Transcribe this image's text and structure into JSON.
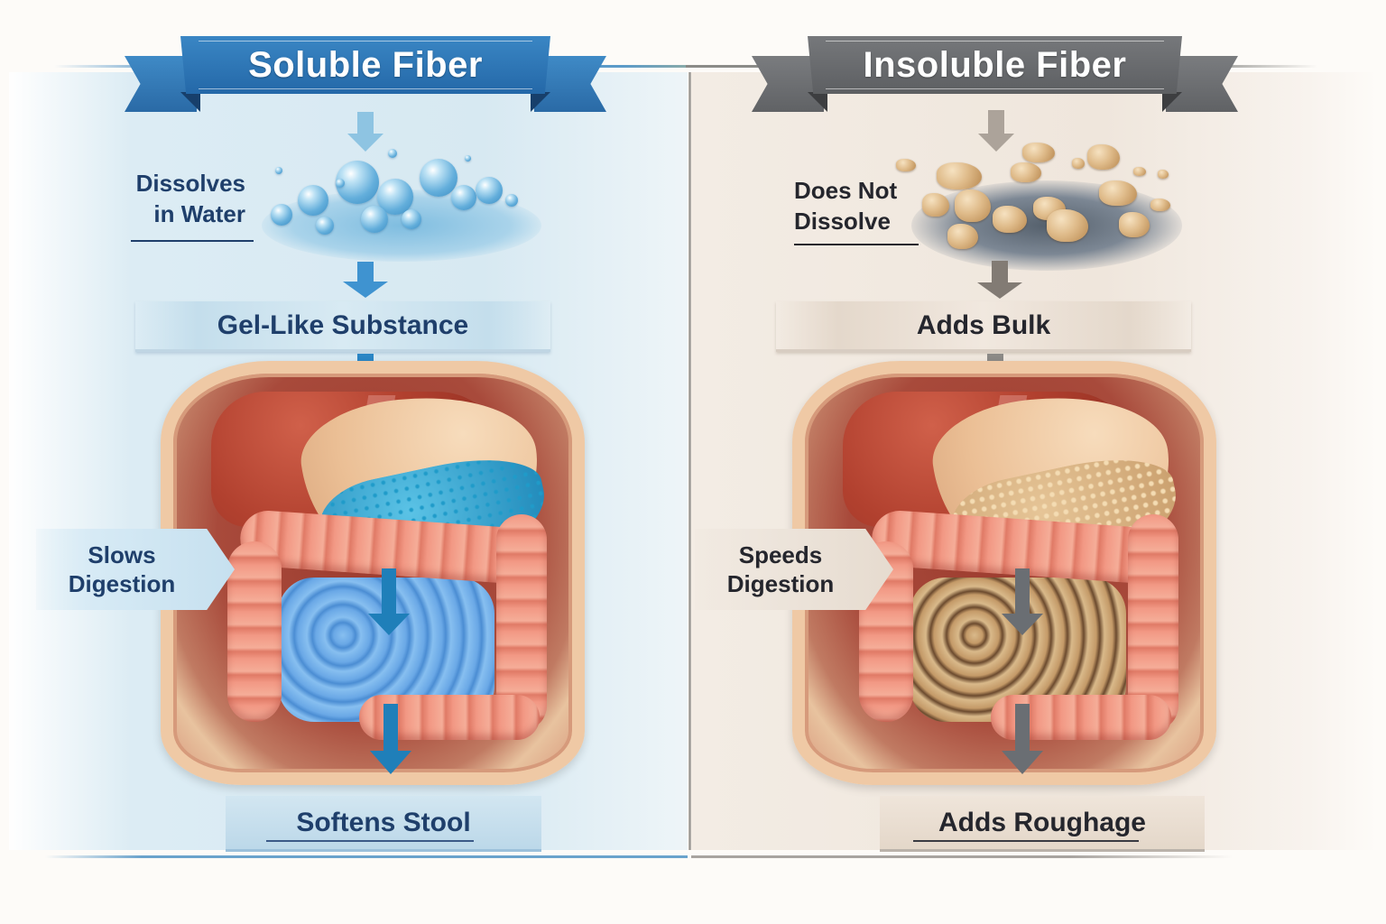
{
  "left_panel": {
    "title": "Soluble Fiber",
    "theme": "blue",
    "accent_color": "#2a6fae",
    "text_color": "#1f3f6b",
    "side_label_top": [
      "Dissolves",
      "in Water"
    ],
    "illustration_top": "water-bubbles",
    "band_label": "Gel-Like Substance",
    "pointer_label": [
      "Slows",
      "Digestion"
    ],
    "illustration_main": "digestive-system-blue-gel",
    "bottom_label": "Softens Stool"
  },
  "right_panel": {
    "title": "Insoluble Fiber",
    "theme": "gray",
    "accent_color": "#696b6e",
    "text_color": "#25262d",
    "side_label_top": [
      "Does Not",
      "Dissolve"
    ],
    "illustration_top": "fiber-chunks-in-water",
    "band_label": "Adds Bulk",
    "pointer_label": [
      "Speeds",
      "Digestion"
    ],
    "illustration_main": "digestive-system-bulky-fiber",
    "bottom_label": "Adds Roughage"
  },
  "icons": {
    "arrow": "arrow-down-icon",
    "pointer": "chevron-right-pointer"
  }
}
